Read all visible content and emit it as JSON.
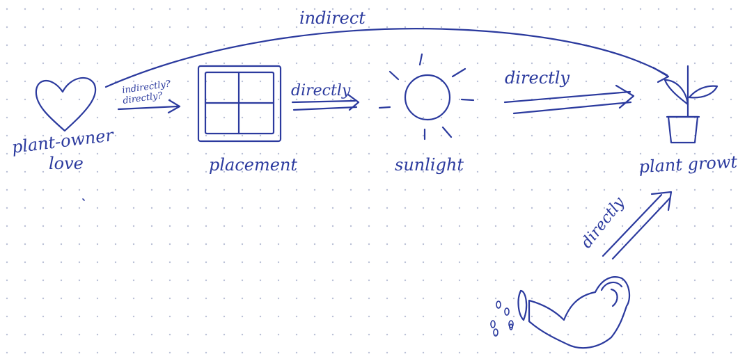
{
  "ink_color": "#2b3a9e",
  "grid_dot_color": "#b9bfd6",
  "nodes": {
    "love": {
      "label_line1": "plant-owner",
      "label_line2": "love",
      "icon": "heart-icon"
    },
    "placement": {
      "label": "placement",
      "icon": "window-icon"
    },
    "sunlight": {
      "label": "sunlight",
      "icon": "sun-icon"
    },
    "growth": {
      "label": "plant growth",
      "icon": "potted-plant-icon"
    },
    "water": {
      "icon": "watering-can-icon"
    }
  },
  "edges": {
    "love_to_growth": {
      "label": "indirect"
    },
    "love_to_placement": {
      "label_line1": "indirectly?",
      "label_line2": "directly?"
    },
    "placement_to_sunlight": {
      "label": "directly"
    },
    "sunlight_to_growth": {
      "label": "directly"
    },
    "water_to_growth": {
      "label": "directly"
    }
  }
}
